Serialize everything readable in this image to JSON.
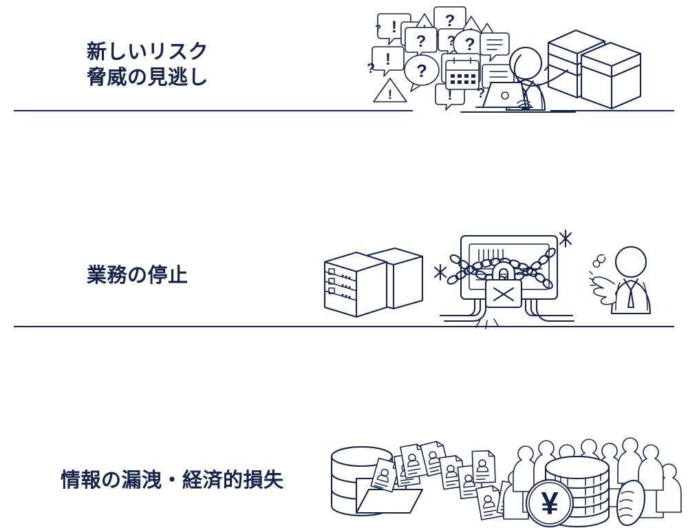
{
  "slide": {
    "background_color": "#ffffff",
    "ink_color": "#15234a",
    "rows": [
      {
        "id": "row-1",
        "label": "新しいリスク\n脅威の見逃し",
        "label_lines": [
          "新しいリスク",
          "脅威の見逃し"
        ],
        "illustrations": [
          {
            "name": "alert-bubbles-cluster",
            "description": "speech bubbles with ! and ? marks and warning triangles"
          },
          {
            "name": "person-at-laptop",
            "description": "businessperson working at a laptop with a calendar"
          },
          {
            "name": "server-racks",
            "description": "two isometric servers connected by a cable"
          }
        ]
      },
      {
        "id": "row-2",
        "label": "業務の停止",
        "label_lines": [
          "業務の停止"
        ],
        "illustrations": [
          {
            "name": "server-cabinets",
            "description": "two server cabinets with drive bays"
          },
          {
            "name": "chained-locked-monitor",
            "description": "monitor wrapped in chains with padlock and burst pipes"
          },
          {
            "name": "worried-businessperson",
            "description": "person in suit with open hand and sweat drop"
          }
        ]
      },
      {
        "id": "row-3",
        "label": "情報の漏洩・経済的損失",
        "label_lines": [
          "情報の漏洩・経済的損失"
        ],
        "illustrations": [
          {
            "name": "database-folder-leak",
            "description": "database cylinder with open folder and ID documents escaping"
          },
          {
            "name": "scattered-personal-documents",
            "description": "personal data sheets with person icons"
          },
          {
            "name": "yen-coin-stack-with-crowd",
            "description": "stack of coins with yen coin in front of a crowd of people"
          }
        ]
      }
    ],
    "dividers": [
      {
        "name": "divider-row1-left"
      },
      {
        "name": "divider-row1-right"
      },
      {
        "name": "divider-row2"
      }
    ],
    "icons": {
      "exclamation": "!",
      "question": "?",
      "yen": "¥",
      "lock_mark": "✗"
    }
  }
}
